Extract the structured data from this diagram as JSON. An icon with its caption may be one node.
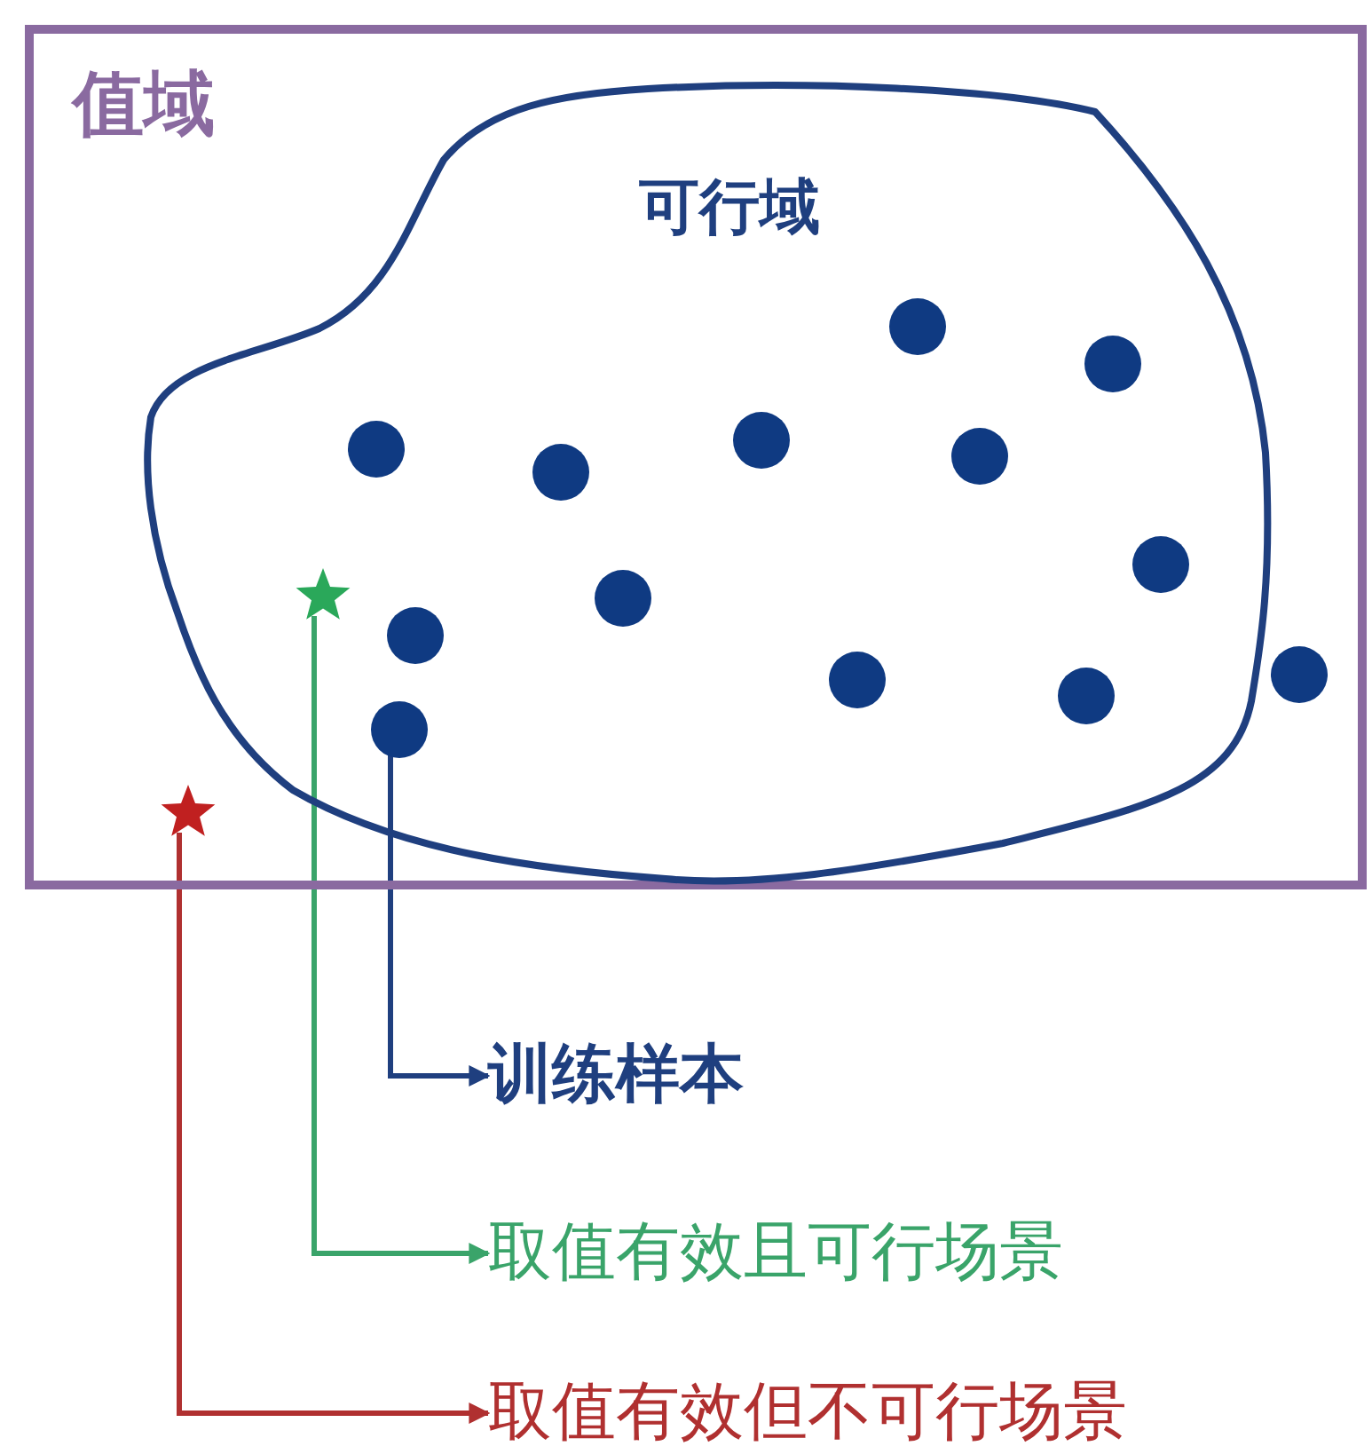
{
  "diagram": {
    "nodes": [
      {
        "text": [
          "值域"
        ]
      },
      {
        "text": [
          "可行域"
        ],
        "in": 0
      },
      {
        "text": [],
        "shape": "circle",
        "in": 1
      },
      {
        "text": [],
        "shape": "circle",
        "in": 1
      },
      {
        "text": [],
        "shape": "circle",
        "in": 1
      },
      {
        "text": [],
        "shape": "circle",
        "in": 1
      },
      {
        "text": [],
        "shape": "circle",
        "in": 1
      },
      {
        "text": [],
        "shape": "circle",
        "in": 1
      },
      {
        "text": [],
        "shape": "circle",
        "in": 1
      },
      {
        "text": [],
        "shape": "star",
        "in": 1
      },
      {
        "text": [],
        "shape": "circle",
        "in": 1
      },
      {
        "text": [],
        "shape": "circle",
        "in": 1
      },
      {
        "text": [],
        "shape": "circle",
        "in": 0
      },
      {
        "text": [],
        "shape": "circle",
        "in": 1
      },
      {
        "text": [],
        "shape": "circle",
        "in": 1
      },
      {
        "text": [],
        "shape": "circle",
        "in": 1
      },
      {
        "text": [],
        "shape": "star",
        "in": 0
      },
      {
        "text": [
          "训练样本"
        ]
      },
      {
        "text": [
          "取值有效且可行场景"
        ]
      },
      {
        "text": [
          "取值有效但不可行场景"
        ]
      }
    ],
    "edges": [
      {
        "from": 15,
        "to": 17,
        "arrow": "to",
        "color": "#1f3f7f"
      },
      {
        "from": 9,
        "to": 18,
        "arrow": "to",
        "color": "#3aa46a"
      },
      {
        "from": 16,
        "to": 19,
        "arrow": "to",
        "color": "#b03030"
      }
    ]
  }
}
